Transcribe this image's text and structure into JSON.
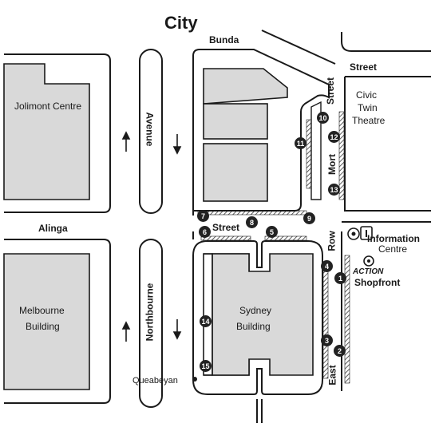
{
  "map": {
    "title": "City",
    "streets": {
      "bunda": "Bunda",
      "bunda_street": "Street",
      "mort": "Mort",
      "mort_street": "Street",
      "alinga": "Alinga",
      "alinga_street": "Street",
      "northbourne": "Northbourne",
      "northbourne_avenue": "Avenue",
      "east": "East",
      "east_row": "Row"
    },
    "buildings": {
      "jolimont": "Jolimont Centre",
      "melbourne_line1": "Melbourne",
      "melbourne_line2": "Building",
      "sydney_line1": "Sydney",
      "sydney_line2": "Building",
      "civic_line1": "Civic",
      "civic_line2": "Twin",
      "civic_line3": "Theatre"
    },
    "places": {
      "information_line1": "Information",
      "information_line2": "Centre",
      "action_brand": "ACTION",
      "action_shopfront": "Shopfront",
      "queanbeyan": "Queabeyan"
    },
    "stops": [
      "1",
      "2",
      "3",
      "4",
      "5",
      "6",
      "7",
      "8",
      "9",
      "10",
      "11",
      "12",
      "13",
      "14",
      "15"
    ],
    "colors": {
      "ink": "#1a1a1a",
      "paper": "#ffffff",
      "block_fill": "#d9d9d9",
      "stop_marker": "#222222"
    }
  }
}
